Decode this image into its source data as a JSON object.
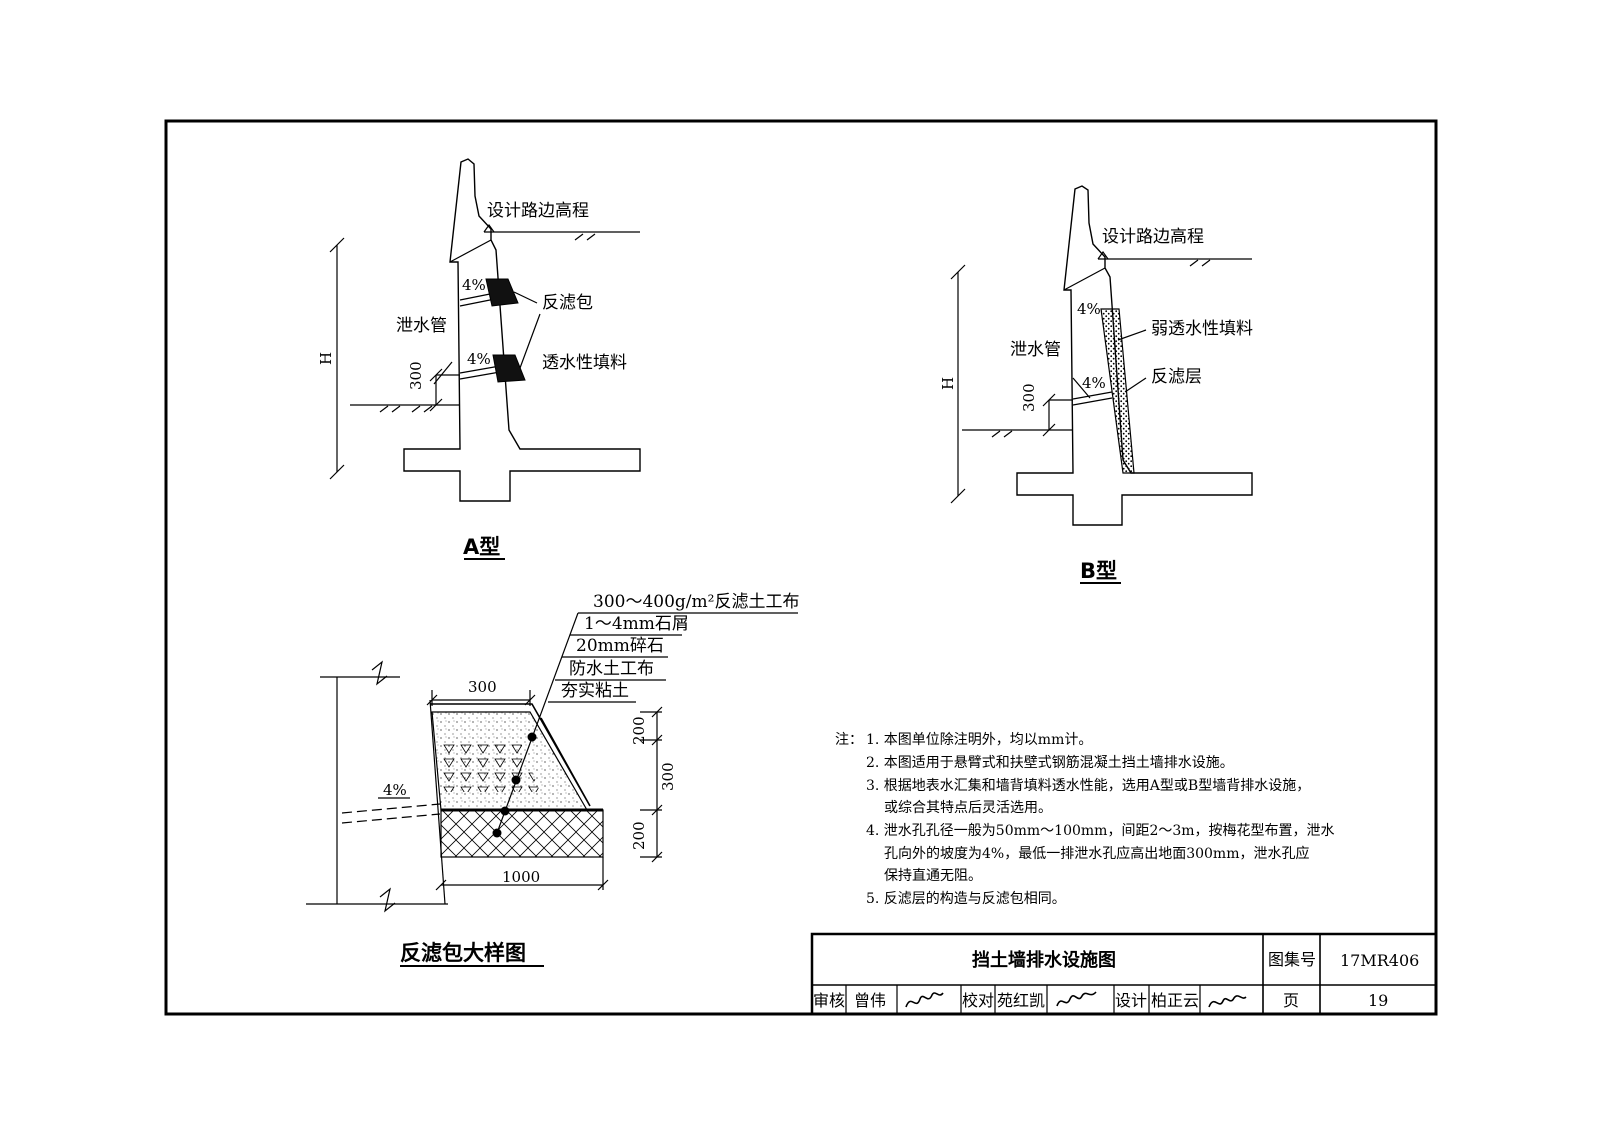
{
  "drawing": {
    "type_a": {
      "caption": "A型",
      "road_elevation": "设计路边高程",
      "filter_pack": "反滤包",
      "permeable_fill": "透水性填料",
      "drain_pipe": "泄水管",
      "slope_upper": "4%",
      "slope_lower": "4%",
      "height": "H",
      "offset": "300"
    },
    "type_b": {
      "caption": "B型",
      "road_elevation": "设计路边高程",
      "weak_fill": "弱透水性填料",
      "filter_layer": "反滤层",
      "drain_pipe": "泄水管",
      "slope": "4%",
      "height": "H",
      "offset": "300"
    },
    "detail": {
      "caption": "反滤包大样图",
      "layer1": "300～400g/m²反滤土工布",
      "layer2": "1～4mm石屑",
      "layer3": "20mm碎石",
      "layer4": "防水土工布",
      "layer5": "夯实粘土",
      "dim_top": "300",
      "dim_bottom": "1000",
      "dim_h1": "200",
      "dim_h2": "300",
      "dim_h3": "200",
      "slope": "4%"
    },
    "notes": {
      "head": "注：",
      "lines": [
        "1. 本图单位除注明外，均以mm计。",
        "2. 本图适用于悬臂式和扶壁式钢筋混凝土挡土墙排水设施。",
        "3. 根据地表水汇集和墙背填料透水性能，选用A型或B型墙背排水设施，",
        "或综合其特点后灵活选用。",
        "4. 泄水孔孔径一般为50mm～100mm，间距2～3m，按梅花型布置，泄水",
        "孔向外的坡度为4%，最低一排泄水孔应高出地面300mm，泄水孔应",
        "保持直通无阻。",
        "5. 反滤层的构造与反滤包相同。"
      ]
    }
  },
  "title_block": {
    "title": "挡土墙排水设施图",
    "atlas_label": "图集号",
    "atlas_no": "17MR406",
    "review_label": "审核",
    "reviewer": "曾伟",
    "check_label": "校对",
    "checker": "苑红凯",
    "design_label": "设计",
    "designer": "柏正云",
    "page_label": "页",
    "page_no": "19"
  }
}
